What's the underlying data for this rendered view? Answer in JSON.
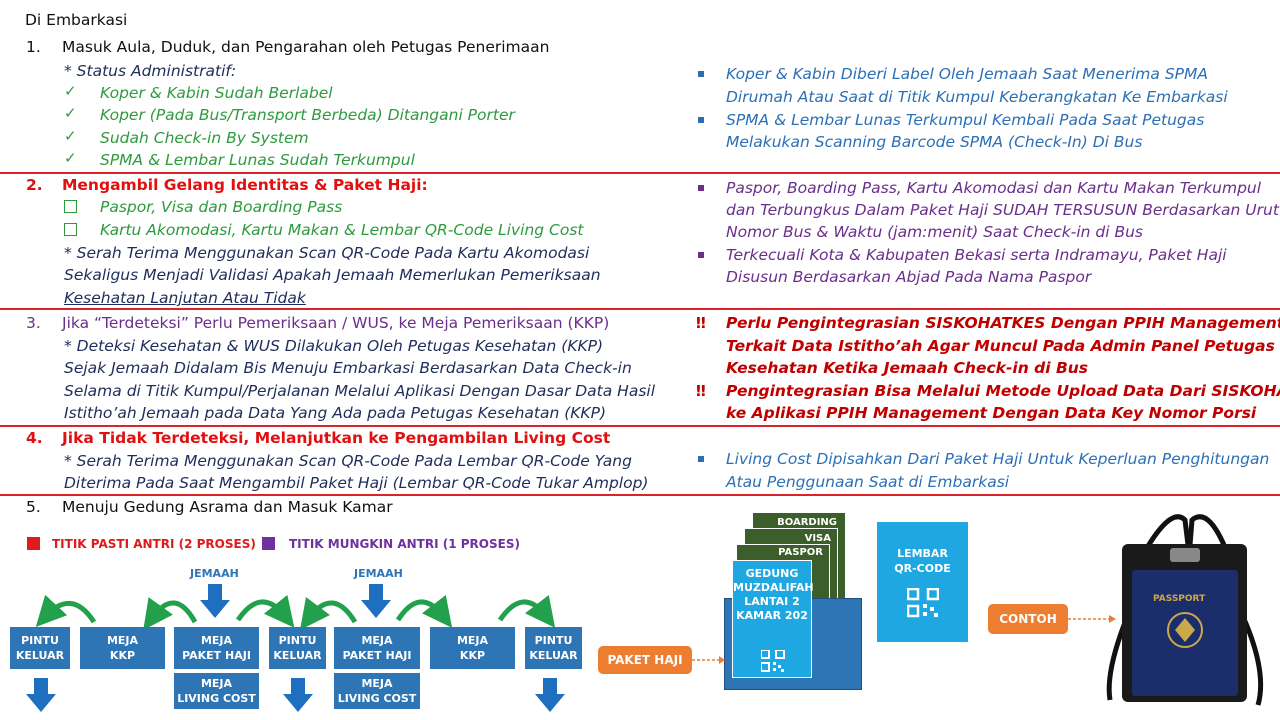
{
  "title": "Di Embarkasi",
  "steps": {
    "s1": {
      "num": "1.",
      "text": "Masuk Aula, Duduk, dan Pengarahan oleh Petugas Penerimaan"
    },
    "s1_sub": "* Status Administratif:",
    "s1_checks": [
      "Koper & Kabin Sudah Berlabel",
      "Koper (Pada Bus/Transport Berbeda) Ditangani Porter",
      "Sudah Check-in By System",
      "SPMA & Lembar Lunas Sudah Terkumpul"
    ],
    "s2": {
      "num": "2.",
      "text": "Mengambil Gelang Identitas & Paket Haji:"
    },
    "s2_boxes": [
      "Paspor, Visa dan Boarding Pass",
      "Kartu Akomodasi, Kartu Makan & Lembar QR-Code Living Cost"
    ],
    "s2_note": [
      "* Serah Terima Menggunakan Scan QR-Code Pada Kartu Akomodasi",
      "Sekaligus Menjadi Validasi Apakah Jemaah Memerlukan Pemeriksaan",
      "Kesehatan Lanjutan Atau Tidak"
    ],
    "s3": {
      "num": "3.",
      "text": "Jika “Terdeteksi” Perlu Pemeriksaan / WUS, ke Meja Pemeriksaan (KKP)"
    },
    "s3_note": [
      "* Deteksi Kesehatan & WUS Dilakukan Oleh Petugas Kesehatan (KKP)",
      "Sejak Jemaah Didalam Bis Menuju Embarkasi Berdasarkan Data Check-in",
      "Selama di Titik Kumpul/Perjalanan Melalui Aplikasi Dengan Dasar Data Hasil",
      "Istitho’ah Jemaah pada Data Yang Ada pada Petugas Kesehatan (KKP)"
    ],
    "s4": {
      "num": "4.",
      "text": "Jika Tidak Terdeteksi, Melanjutkan ke Pengambilan Living Cost"
    },
    "s4_note": [
      "* Serah Terima Menggunakan Scan QR-Code Pada Lembar QR-Code Yang",
      "Diterima Pada Saat Mengambil Paket Haji (Lembar QR-Code Tukar Amplop)"
    ],
    "s5": {
      "num": "5.",
      "text": "Menuju Gedung Asrama dan Masuk Kamar"
    }
  },
  "right": {
    "r1": [
      "Koper & Kabin Diberi Label Oleh Jemaah Saat Menerima SPMA",
      "Dirumah Atau Saat di Titik Kumpul Keberangkatan Ke Embarkasi",
      "SPMA & Lembar Lunas Terkumpul Kembali Pada Saat Petugas",
      "Melakukan Scanning Barcode SPMA (Check-In) Di Bus"
    ],
    "r2": [
      "Paspor, Boarding Pass, Kartu Akomodasi dan Kartu Makan Terkumpul",
      "dan Terbungkus Dalam Paket Haji SUDAH TERSUSUN Berdasarkan Urut",
      "Nomor Bus & Waktu (jam:menit) Saat Check-in di Bus",
      "Terkecuali Kota & Kabupaten Bekasi serta Indramayu, Paket Haji",
      "Disusun Berdasarkan Abjad Pada Nama Paspor"
    ],
    "r3_mark": "‼",
    "r3": [
      "Perlu Pengintegrasian SISKOHATKES Dengan PPIH Management",
      "Terkait Data Istitho’ah Agar Muncul Pada Admin Panel Petugas",
      "Kesehatan Ketika Jemaah Check-in di Bus",
      "Pengintegrasian Bisa Melalui Metode Upload Data Dari SISKOHATKES",
      "ke Aplikasi PPIH Management Dengan Data Key Nomor Porsi"
    ],
    "r4": [
      "Living Cost Dipisahkan Dari Paket Haji Untuk Keperluan Penghitungan",
      "Atau Penggunaan Saat di Embarkasi"
    ]
  },
  "legend": {
    "red_label": "TITIK PASTI ANTRI (2 PROSES)",
    "purple_label": "TITIK MUNGKIN ANTRI (1 PROSES)",
    "red_color": "#e0191b",
    "purple_color": "#7030a0"
  },
  "flow": {
    "jemaah1": "JEMAAH",
    "jemaah2": "JEMAAH",
    "pintu1": [
      "PINTU",
      "KELUAR"
    ],
    "kkp1": [
      "MEJA",
      "KKP"
    ],
    "paket1": [
      "MEJA",
      "PAKET HAJI"
    ],
    "living1": [
      "MEJA",
      "LIVING COST"
    ],
    "pintu2": [
      "PINTU",
      "KELUAR"
    ],
    "paket2": [
      "MEJA",
      "PAKET HAJI"
    ],
    "living2": [
      "MEJA",
      "LIVING COST"
    ],
    "kkp2": [
      "MEJA",
      "KKP"
    ],
    "pintu3": [
      "PINTU",
      "KELUAR"
    ]
  },
  "package": {
    "boarding": "BOARDING",
    "visa": "VISA",
    "paspor": "PASPOR",
    "card": [
      "GEDUNG",
      "MUZDALIFAH",
      "LANTAI 2",
      "KAMAR 202"
    ],
    "paket_haji": "PAKET HAJI",
    "lembar": [
      "LEMBAR",
      "QR-CODE"
    ],
    "contoh": "CONTOH",
    "passport": "PASSPORT"
  }
}
